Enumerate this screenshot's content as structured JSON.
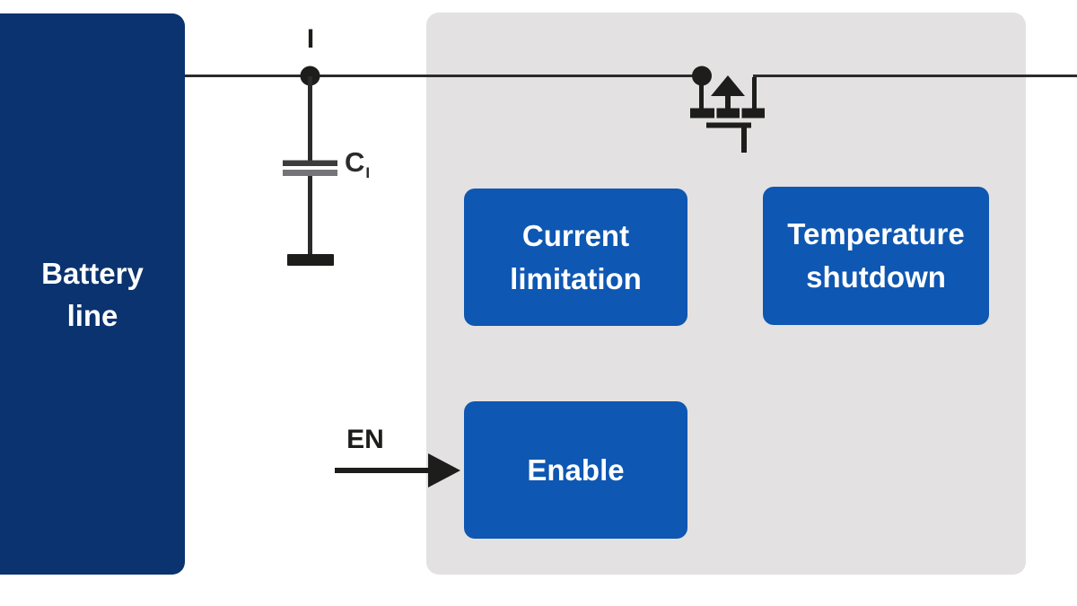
{
  "diagram_type": "power-switch block diagram",
  "battery_block": {
    "line1": "Battery",
    "line2": "line"
  },
  "pins": {
    "input": "I",
    "enable": "EN"
  },
  "capacitor": {
    "symbol": "C",
    "subscript": "I"
  },
  "ic_blocks": {
    "current_limitation": {
      "line1": "Current",
      "line2": "limitation"
    },
    "temperature_shutdown": {
      "line1": "Temperature",
      "line2": "shutdown"
    },
    "enable": {
      "label": "Enable"
    }
  },
  "icons": {
    "junction_dot": "filled circle wire junction",
    "capacitor_icon": "two parallel plates",
    "ground_icon": "thick ground bar",
    "mosfet_icon": "power MOSFET switch with up arrow and gate",
    "arrow_right_icon": "solid right arrowhead"
  },
  "colors": {
    "battery_navy": "#0a336f",
    "ic_background": "#e3e1e2",
    "block_blue": "#0e57b2",
    "wire_dark": "#2b2b2b",
    "symbol_black": "#1d1d1b",
    "block_text": "#ffffff",
    "label_text": "#1d1d1b",
    "page_background": "#ffffff"
  }
}
